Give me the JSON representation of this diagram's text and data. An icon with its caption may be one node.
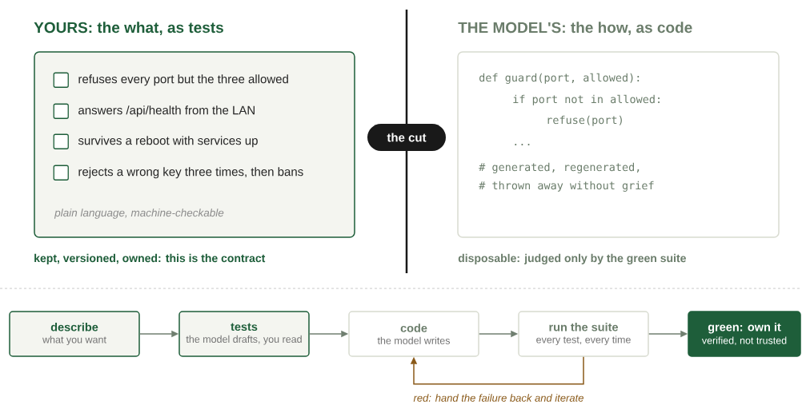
{
  "diagram": {
    "nodes": [
      {
        "text": [
          "YOURS: the what, as tests",
          "plain language, machine-checkable"
        ],
        "beside": [
          "kept, versioned, owned: this is the contract"
        ]
      },
      {
        "text": [
          "refuses every port but the three allowed"
        ],
        "in": 0
      },
      {
        "text": [
          "answers /api/health from the LAN"
        ],
        "in": 0
      },
      {
        "text": [
          "survives a reboot with services up"
        ],
        "in": 0
      },
      {
        "text": [
          "rejects a wrong key three times, then bans"
        ],
        "in": 0
      },
      {
        "text": [
          "THE MODEL'S: the how, as code",
          "def guard(port, allowed):",
          "if port not in allowed:",
          "refuse(port)",
          "...",
          "# generated, regenerated,",
          "# thrown away without grief"
        ],
        "beside": [
          "disposable: judged only by the green suite"
        ]
      },
      {
        "text": [
          "the cut"
        ]
      },
      {
        "text": [
          "describe",
          "what you want"
        ]
      },
      {
        "text": [
          "tests",
          "the model drafts, you read"
        ]
      },
      {
        "text": [
          "code",
          "the model writes"
        ]
      },
      {
        "text": [
          "run the suite",
          "every test, every time"
        ]
      },
      {
        "text": [
          "green: own it",
          "verified, not trusted"
        ]
      }
    ],
    "edges": [
      {
        "from": 7,
        "to": 8,
        "arrow": "to"
      },
      {
        "from": 8,
        "to": 9,
        "arrow": "to"
      },
      {
        "from": 9,
        "to": 10,
        "arrow": "to"
      },
      {
        "from": 10,
        "to": 11,
        "arrow": "to"
      },
      {
        "from": 10,
        "to": 9,
        "arrow": "to",
        "label": "red: hand the failure back and iterate",
        "color": "#8a5a1a"
      }
    ]
  }
}
